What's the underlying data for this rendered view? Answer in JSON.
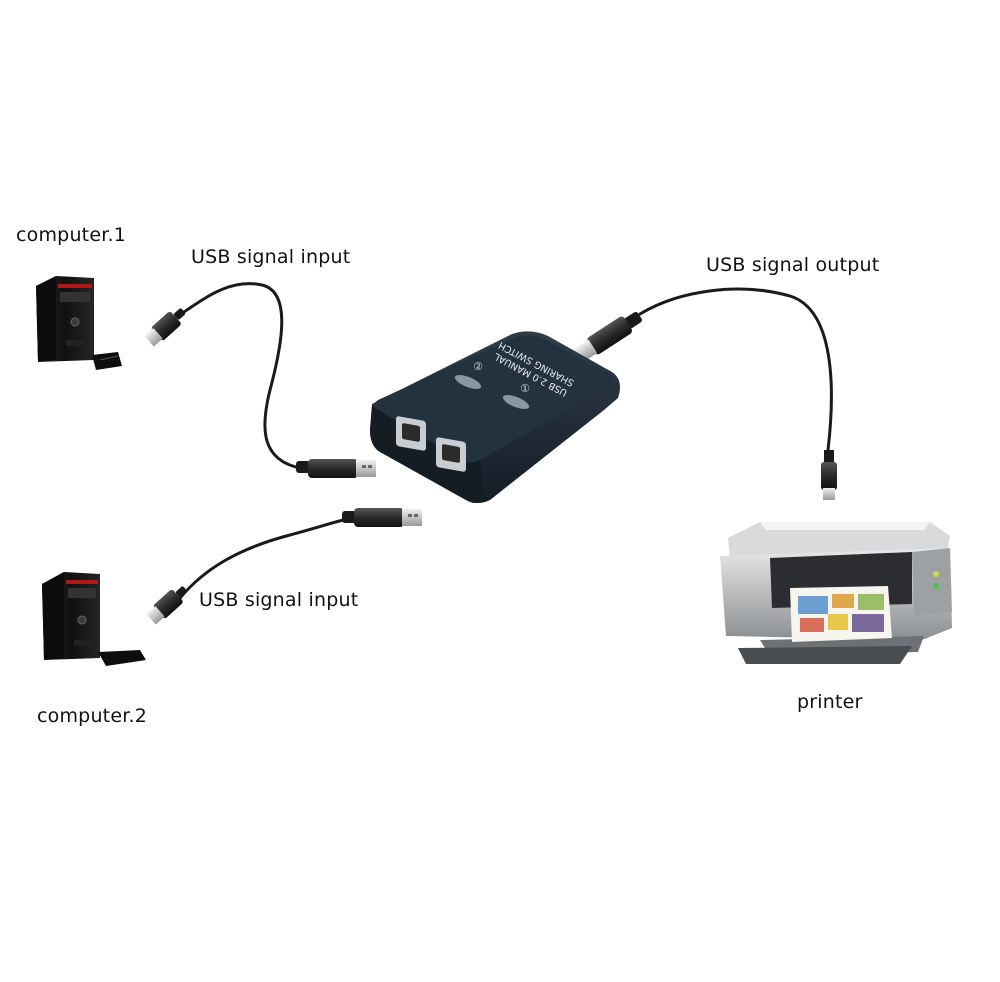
{
  "labels": {
    "computer1": "computer.1",
    "computer2": "computer.2",
    "input_top": "USB signal input",
    "input_bottom": "USB signal input",
    "output": "USB signal output",
    "printer": "printer"
  },
  "switch_box": {
    "line1": "USB 2.0 MANUAL",
    "line2": "SHARING SWITCH",
    "port_marks": [
      "②",
      "①"
    ]
  },
  "colors": {
    "background": "#ffffff",
    "switch_body": "#1e2a36",
    "cable": "#1a1a1a",
    "tower": "#161616",
    "tower_accent": "#b01818",
    "printer_body": "#c9cbcd"
  }
}
